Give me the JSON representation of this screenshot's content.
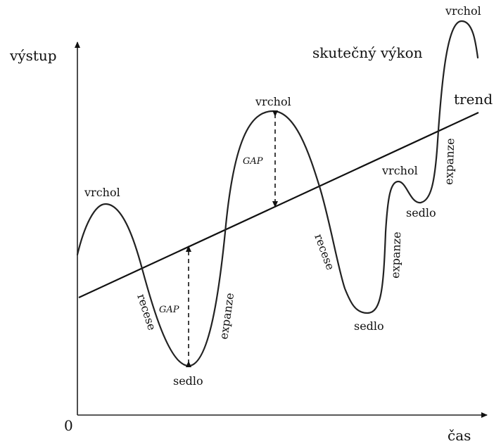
{
  "axes": {
    "y_label": "výstup",
    "x_label": "čas",
    "origin": "0"
  },
  "curve_label": "skutečný výkon",
  "trend_label": "trend",
  "gap_label": "GAP",
  "labels": {
    "peak_1": "vrchol",
    "peak_2": "vrchol",
    "peak_3": "vrchol",
    "peak_4": "vrchol",
    "trough_1": "sedlo",
    "trough_2": "sedlo",
    "trough_3": "sedlo",
    "recession_1": "recese",
    "recession_2": "recese",
    "expansion_1": "expanze",
    "expansion_2": "expanze",
    "expansion_3": "expanze"
  }
}
